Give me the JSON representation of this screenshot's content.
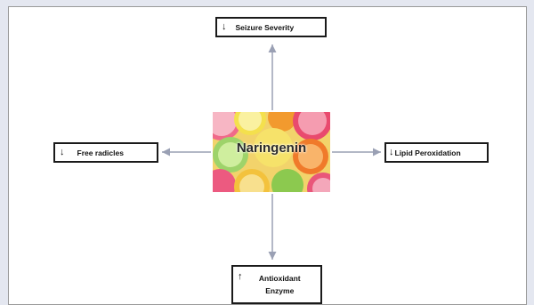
{
  "center": {
    "label": "Naringenin"
  },
  "effects": {
    "top": {
      "arrow": "↓",
      "label": "Seizure Severity"
    },
    "left": {
      "arrow": "↓",
      "label": "Free radicles"
    },
    "right": {
      "arrow": "↓",
      "label": "Lipid Peroxidation"
    },
    "bottom": {
      "arrow": "↑",
      "label_line1": "Antioxidant",
      "label_line2": "Enzyme"
    }
  },
  "colors": {
    "connector": "#9aa0b4",
    "box_border": "#1a1a1a",
    "background": "#e4e7f0"
  }
}
